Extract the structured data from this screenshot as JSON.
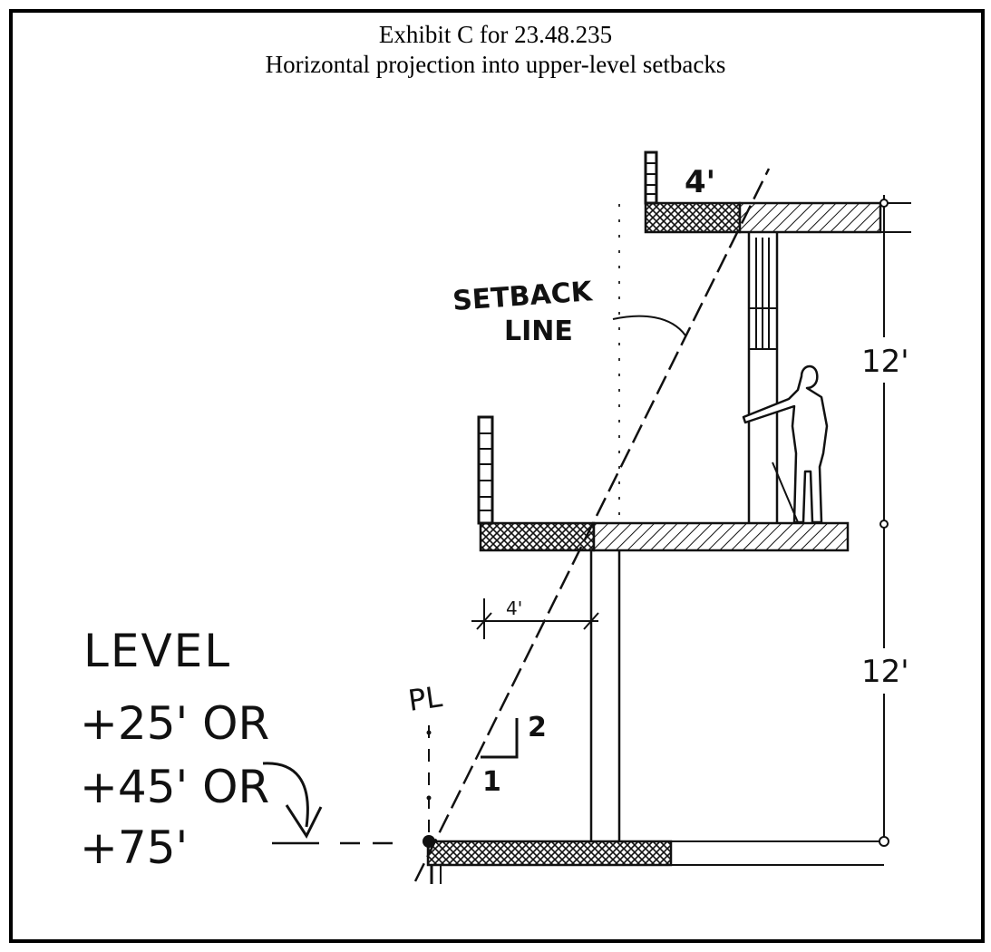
{
  "title": {
    "line1": "Exhibit C for 23.48.235",
    "line2": "Horizontal projection into upper-level setbacks"
  },
  "labels": {
    "top_projection": "4'",
    "setback_line_1": "SETBACK",
    "setback_line_2": "LINE",
    "upper_story_height": "12'",
    "lower_story_height": "12'",
    "lower_projection": "4'",
    "property_line": "PL",
    "slope_rise": "2",
    "slope_run": "1",
    "level_1": "LEVEL",
    "level_2": "+25' OR",
    "level_3": "+45' OR",
    "level_4": "+75'"
  },
  "colors": {
    "ink": "#111111",
    "frame": "#000000",
    "paper": "#ffffff"
  }
}
